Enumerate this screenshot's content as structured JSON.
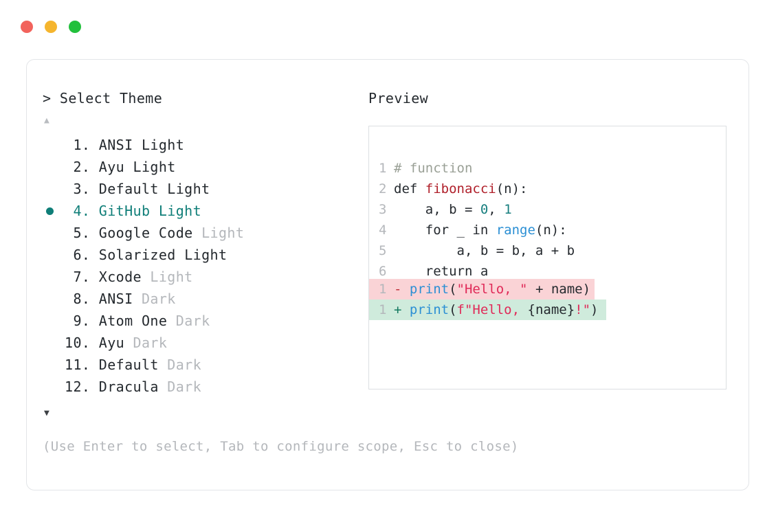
{
  "window": {
    "controls": [
      {
        "name": "close",
        "color": "#f2635c"
      },
      {
        "name": "minimize",
        "color": "#f5b52e"
      },
      {
        "name": "maximize",
        "color": "#22c03c"
      }
    ]
  },
  "selector": {
    "prompt": "> Select Theme",
    "scroll_up": "▲",
    "scroll_down": "▼",
    "selected_index": 4,
    "items": [
      {
        "num": " 1. ",
        "name": "ANSI",
        "variant": "Light",
        "variant_dim": false
      },
      {
        "num": " 2. ",
        "name": "Ayu",
        "variant": "Light",
        "variant_dim": false
      },
      {
        "num": " 3. ",
        "name": "Default",
        "variant": "Light",
        "variant_dim": false
      },
      {
        "num": " 4. ",
        "name": "GitHub",
        "variant": "Light",
        "variant_dim": false
      },
      {
        "num": " 5. ",
        "name": "Google Code",
        "variant": "Light",
        "variant_dim": true
      },
      {
        "num": " 6. ",
        "name": "Solarized",
        "variant": "Light",
        "variant_dim": false
      },
      {
        "num": " 7. ",
        "name": "Xcode",
        "variant": "Light",
        "variant_dim": true
      },
      {
        "num": " 8. ",
        "name": "ANSI",
        "variant": "Dark",
        "variant_dim": true
      },
      {
        "num": " 9. ",
        "name": "Atom One",
        "variant": "Dark",
        "variant_dim": true
      },
      {
        "num": "10. ",
        "name": "Ayu",
        "variant": "Dark",
        "variant_dim": true
      },
      {
        "num": "11. ",
        "name": "Default",
        "variant": "Dark",
        "variant_dim": true
      },
      {
        "num": "12. ",
        "name": "Dracula",
        "variant": "Dark",
        "variant_dim": true
      }
    ]
  },
  "hint": "(Use Enter to select, Tab to configure scope, Esc to close)",
  "preview": {
    "label": "Preview",
    "code_lines": [
      {
        "gutter": "1",
        "tokens": [
          {
            "t": "# function",
            "c": "comment"
          }
        ]
      },
      {
        "gutter": "2",
        "tokens": [
          {
            "t": "def ",
            "c": "default"
          },
          {
            "t": "fibonacci",
            "c": "func"
          },
          {
            "t": "(n):",
            "c": "default"
          }
        ]
      },
      {
        "gutter": "3",
        "tokens": [
          {
            "t": "    a, b = ",
            "c": "default"
          },
          {
            "t": "0",
            "c": "num"
          },
          {
            "t": ", ",
            "c": "default"
          },
          {
            "t": "1",
            "c": "num"
          }
        ]
      },
      {
        "gutter": "4",
        "tokens": [
          {
            "t": "    for _ in ",
            "c": "default"
          },
          {
            "t": "range",
            "c": "builtin"
          },
          {
            "t": "(n):",
            "c": "default"
          }
        ]
      },
      {
        "gutter": "5",
        "tokens": [
          {
            "t": "        a, b = b, a + b",
            "c": "default"
          }
        ]
      },
      {
        "gutter": "6",
        "tokens": [
          {
            "t": "    return a",
            "c": "default"
          }
        ]
      }
    ],
    "diff_lines": [
      {
        "kind": "del",
        "gutter": "1",
        "marker": "- ",
        "tokens": [
          {
            "t": "print",
            "c": "builtin"
          },
          {
            "t": "(",
            "c": "default"
          },
          {
            "t": "\"Hello, \"",
            "c": "string"
          },
          {
            "t": " + name)",
            "c": "default"
          }
        ]
      },
      {
        "kind": "add",
        "gutter": "1",
        "marker": "+ ",
        "tokens": [
          {
            "t": "print",
            "c": "builtin"
          },
          {
            "t": "(",
            "c": "default"
          },
          {
            "t": "f\"Hello, ",
            "c": "string"
          },
          {
            "t": "{name}",
            "c": "default"
          },
          {
            "t": "!\"",
            "c": "string"
          },
          {
            "t": ")",
            "c": "default"
          }
        ]
      }
    ]
  }
}
